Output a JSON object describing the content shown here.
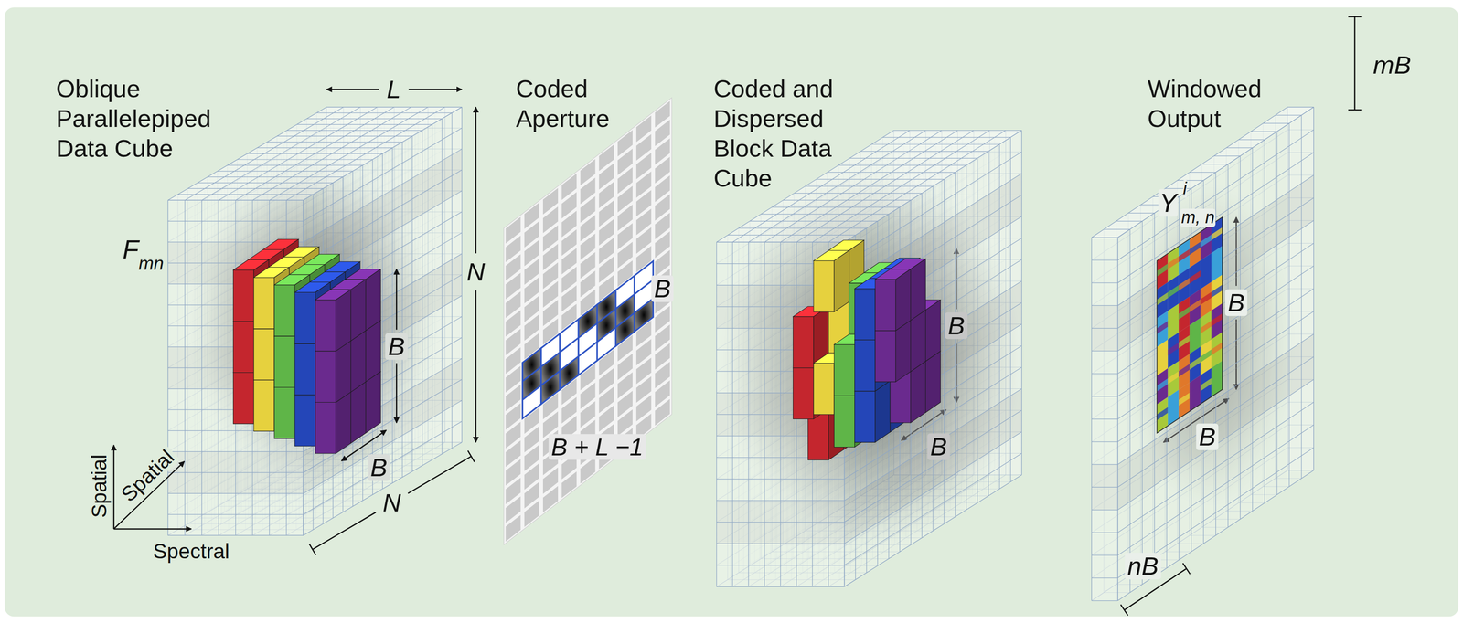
{
  "diagram": {
    "nodes": [
      {
        "text": [
          "Oblique Parallelepiped Data Cube"
        ]
      },
      {
        "text": [
          "Coded Aperture"
        ]
      },
      {
        "text": [
          "Coded and Dispersed Block Data Cube"
        ]
      },
      {
        "text": [
          "Windowed Output"
        ]
      }
    ],
    "labels": [
      "L",
      "N",
      "F",
      "mn",
      "B",
      "B",
      "N",
      "Spatial",
      "Spatial",
      "Spectral",
      "B",
      "B + L −1",
      "B",
      "B",
      "mB",
      "Y",
      "i",
      "m, n",
      "B",
      "B",
      "nB"
    ]
  }
}
